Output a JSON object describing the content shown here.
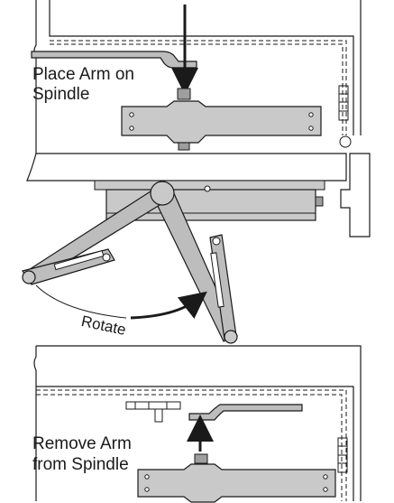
{
  "labels": {
    "place_line1": "Place Arm on",
    "place_line2": "Spindle",
    "rotate": "Rotate",
    "remove_line1": "Remove Arm",
    "remove_line2": "from Spindle"
  },
  "colors": {
    "stroke": "#1a1a1a",
    "metal_fill": "#c9c9c9",
    "metal_dark": "#9e9e9e",
    "arm_fill": "#bdbdbd",
    "frame_fill": "#ffffff"
  },
  "icons": {
    "down_arrow": "down-arrow-icon",
    "up_arrow": "up-arrow-icon",
    "rotate_arrow": "curved-arrow-icon"
  }
}
